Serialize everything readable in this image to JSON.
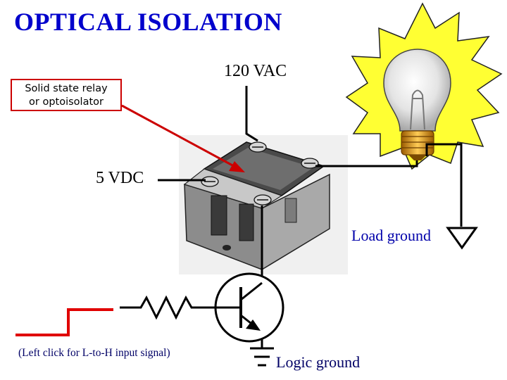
{
  "title": "OPTICAL ISOLATION",
  "relay_label": {
    "line1": "Solid state relay",
    "line2": "or optoisolator"
  },
  "supply_high": "120 VAC",
  "supply_low": "5 VDC",
  "load_ground_label": "Load ground",
  "logic_ground_label": "Logic ground",
  "input_hint": "(Left click for L-to-H input signal)",
  "colors": {
    "title": "#0000cc",
    "accent_red": "#cc0000",
    "bulb_glow": "#ffff33",
    "wire": "#000000"
  },
  "icons": [
    "light-bulb-icon",
    "relay-icon",
    "resistor-icon",
    "transistor-icon",
    "ground-icon"
  ]
}
